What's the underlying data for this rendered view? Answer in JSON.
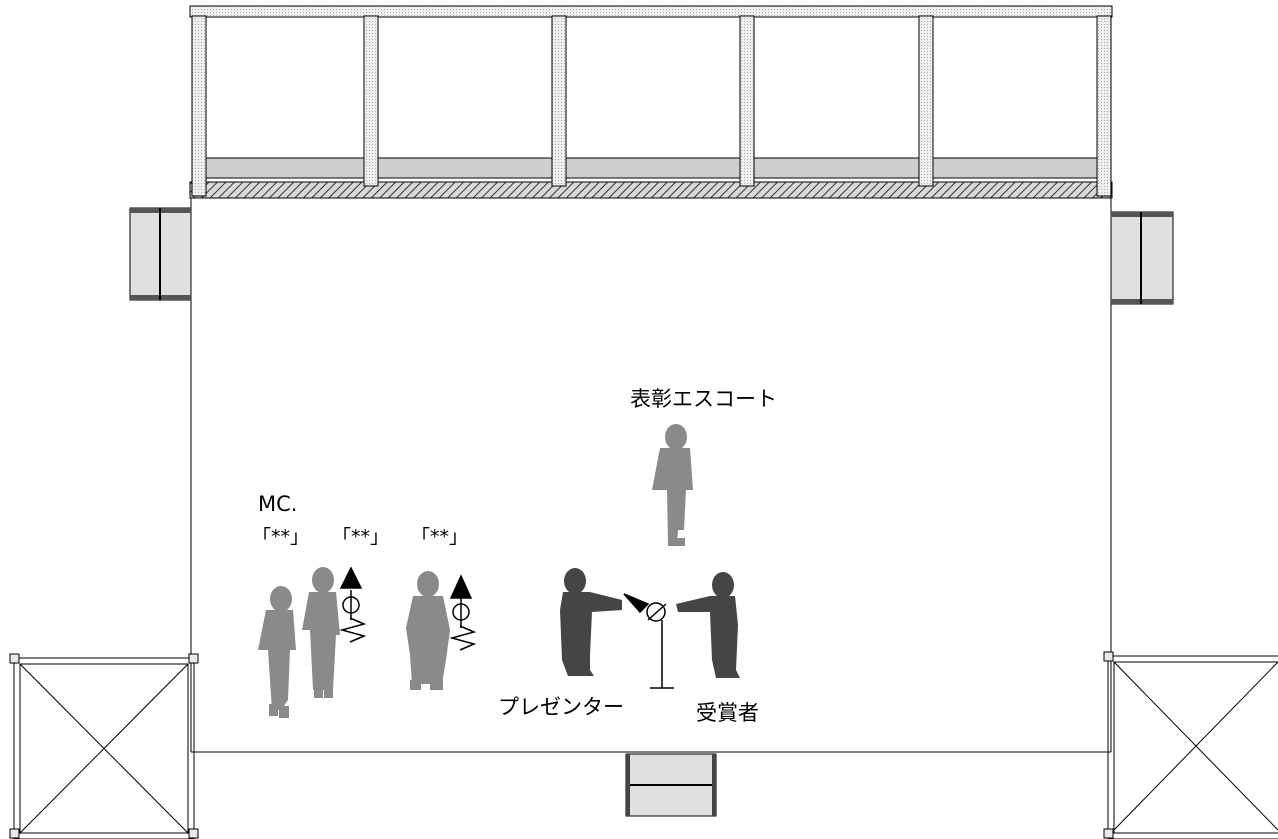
{
  "labels": {
    "escort": "表彰エスコート",
    "mc": "MC.",
    "mc_names": [
      "「**」",
      "「**」",
      "「**」"
    ],
    "presenter": "プレゼンター",
    "recipient": "受賞者"
  },
  "colors": {
    "line": "#000000",
    "panel_fill": "#e0e0e0",
    "truss_fill": "#e8e8e8",
    "speaker_dark": "#555555",
    "person_light": "#8a8a8a",
    "person_dark": "#454545"
  },
  "icons": [
    "truss-frame-icon",
    "speaker-icon",
    "stage-riser-icon",
    "person-icon",
    "microphone-stand-icon",
    "handheld-microphone-icon"
  ]
}
